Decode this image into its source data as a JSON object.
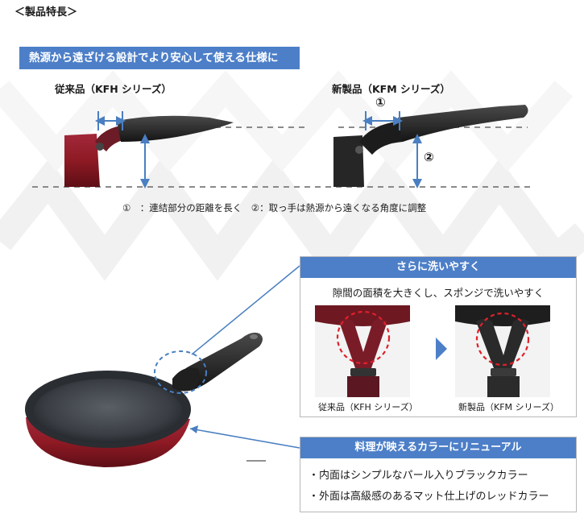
{
  "heading": "＜製品特長＞",
  "banner_text": "熱源から遠ざける設計でより安心して使える仕様に",
  "comparison": {
    "old_label": "従来品（KFH シリーズ）",
    "new_label": "新製品（KFM シリーズ）",
    "marker_1": "①",
    "marker_2": "②",
    "caption": "①　：連結部分の距離を長く　②：取っ手は熱源から遠くなる角度に調整"
  },
  "wash_box": {
    "title": "さらに洗いやすく",
    "subtitle": "隙間の面積を大きくし、スポンジで洗いやすく",
    "old_caption": "従来品（KFH シリーズ）",
    "new_caption": "新製品（KFM シリーズ）"
  },
  "color_box": {
    "title": "料理が映えるカラーにリニューアル",
    "bullets": [
      "・内面はシンプルなパール入りブラックカラー",
      "・外面は高級感のあるマット仕上げのレッドカラー"
    ]
  },
  "colors": {
    "accent_blue": "#4d7fc8",
    "arrow_blue": "#4a7fc1",
    "pan_red": "#8e1a24",
    "pan_black": "#2b2b2b",
    "dash_gray": "#8a8a8a",
    "highlight_red": "#e0202a"
  }
}
